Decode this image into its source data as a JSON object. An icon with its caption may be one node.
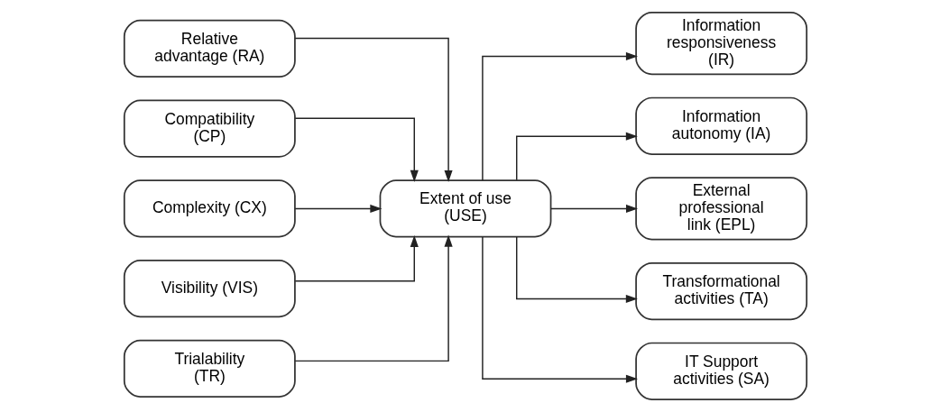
{
  "diagram": {
    "nodes": [
      {
        "text": [
          "Relative advantage (RA)"
        ]
      },
      {
        "text": [
          "Compatibility (CP)"
        ]
      },
      {
        "text": [
          "Complexity (CX)"
        ]
      },
      {
        "text": [
          "Visibility (VIS)"
        ]
      },
      {
        "text": [
          "Trialability (TR)"
        ]
      },
      {
        "text": [
          "Extent of use (USE)"
        ]
      },
      {
        "text": [
          "Information responsiveness (IR)"
        ]
      },
      {
        "text": [
          "Information autonomy (IA)"
        ]
      },
      {
        "text": [
          "External professional link (EPL)"
        ]
      },
      {
        "text": [
          "Transformational activities (TA)"
        ]
      },
      {
        "text": [
          "IT Support activities (SA)"
        ]
      }
    ],
    "edges": [
      {
        "from": 0,
        "to": 5,
        "arrow": "to"
      },
      {
        "from": 1,
        "to": 5,
        "arrow": "to"
      },
      {
        "from": 2,
        "to": 5,
        "arrow": "to"
      },
      {
        "from": 3,
        "to": 5,
        "arrow": "to"
      },
      {
        "from": 4,
        "to": 5,
        "arrow": "to"
      },
      {
        "from": 5,
        "to": 6,
        "arrow": "to"
      },
      {
        "from": 5,
        "to": 7,
        "arrow": "to"
      },
      {
        "from": 5,
        "to": 8,
        "arrow": "to"
      },
      {
        "from": 5,
        "to": 9,
        "arrow": "to"
      },
      {
        "from": 5,
        "to": 10,
        "arrow": "to"
      }
    ]
  }
}
